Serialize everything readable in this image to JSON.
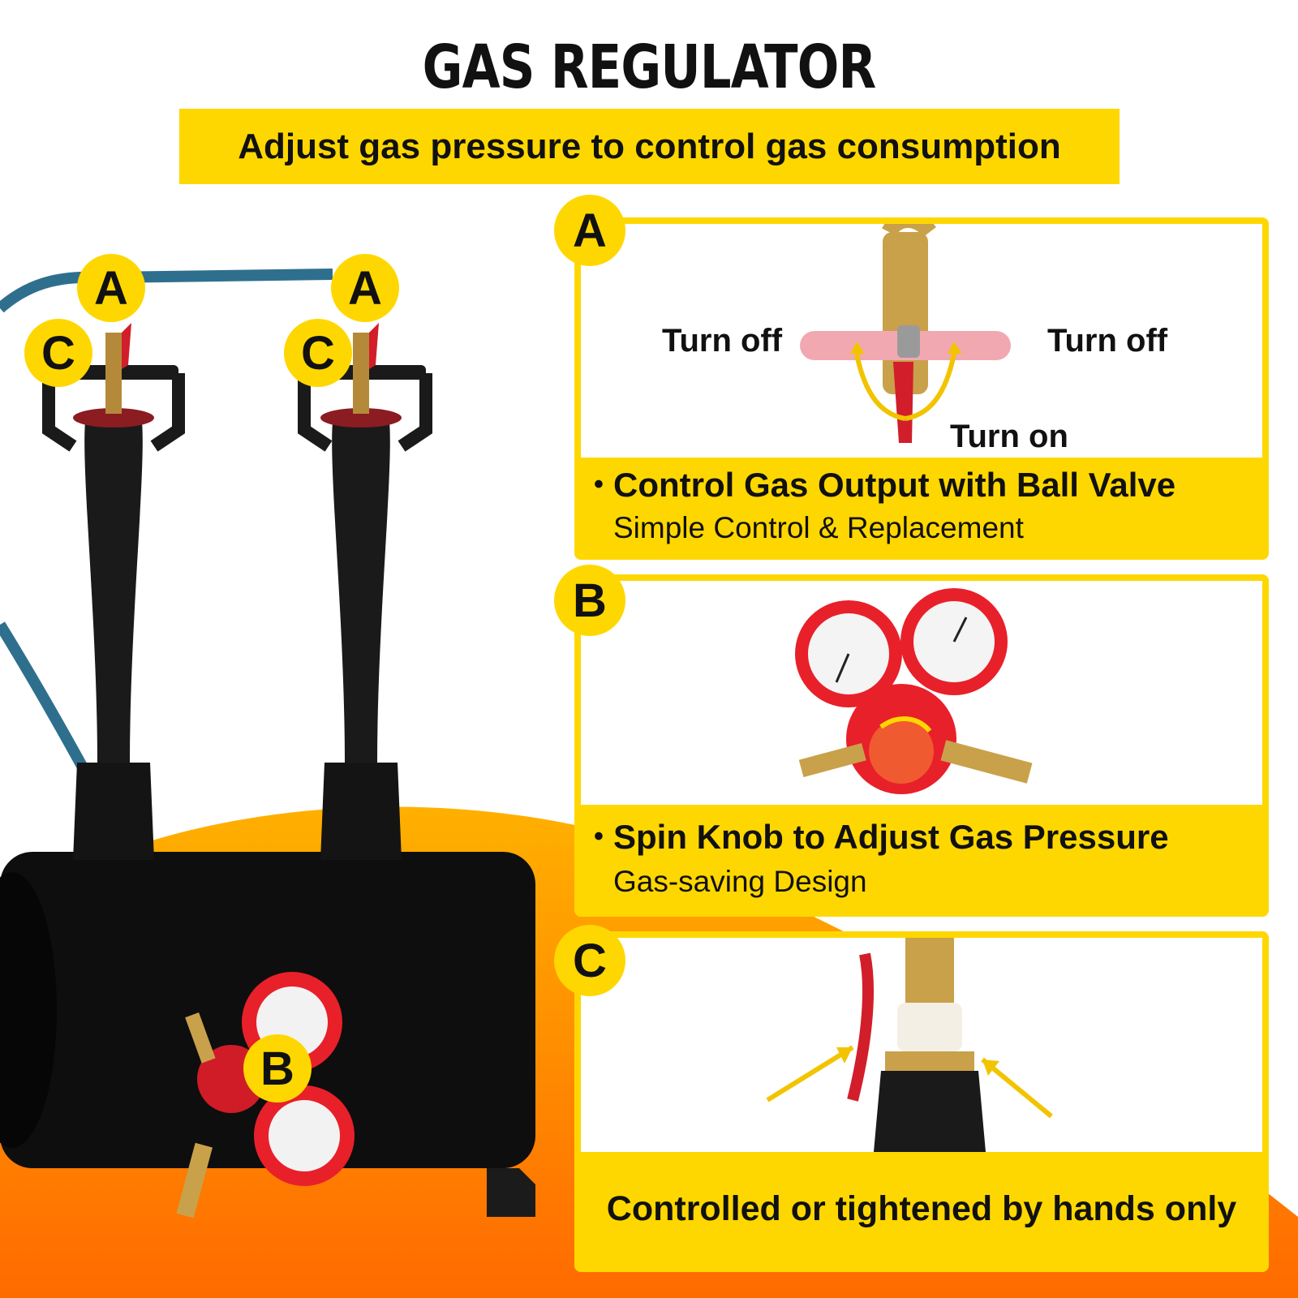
{
  "header": {
    "title": "GAS REGULATOR",
    "subtitle": "Adjust gas pressure to control gas consumption"
  },
  "markers": {
    "a": "A",
    "b": "B",
    "c": "C"
  },
  "panels": {
    "a": {
      "letter": "A",
      "labels": {
        "left": "Turn off",
        "right": "Turn off",
        "bottom": "Turn on"
      },
      "title": "Control Gas Output with Ball Valve",
      "subtitle": "Simple Control & Replacement"
    },
    "b": {
      "letter": "B",
      "title": "Spin Knob to Adjust Gas Pressure",
      "subtitle": "Gas-saving Design"
    },
    "c": {
      "letter": "C",
      "caption": "Controlled or tightened by hands only"
    }
  },
  "colors": {
    "accent_yellow": "#ffd700",
    "orange": "#ff8a00",
    "gauge_red": "#e8202a",
    "hose_blue": "#2f6f8e"
  },
  "bullet": "•"
}
